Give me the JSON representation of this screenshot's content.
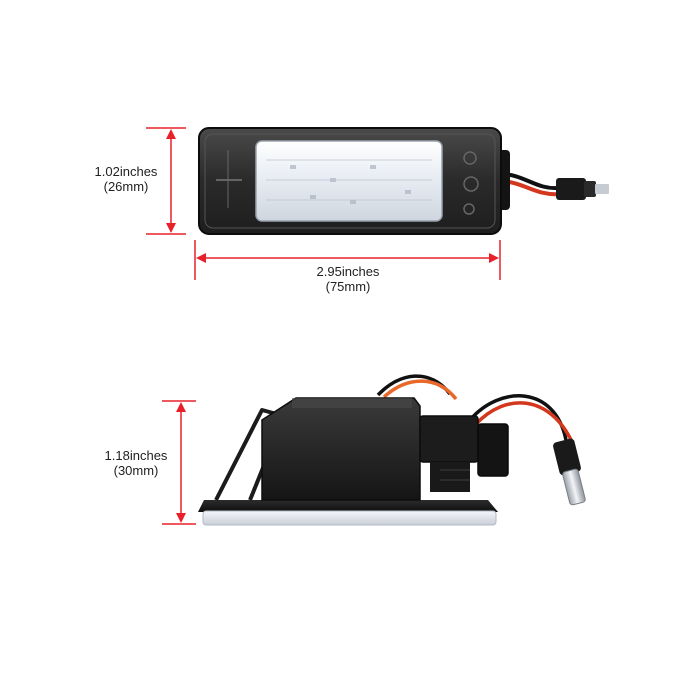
{
  "dimensions": {
    "top_height": {
      "inches": "1.02inches",
      "mm": "(26mm)"
    },
    "width": {
      "inches": "2.95inches",
      "mm": "(75mm)"
    },
    "bottom_height": {
      "inches": "1.18inches",
      "mm": "(30mm)"
    }
  },
  "colors": {
    "dimension_line": "#e8202a",
    "housing": "#1c1c1c",
    "housing_edge": "#3a3a3a",
    "lens": "#eef1f6",
    "wire_red": "#d3371d",
    "wire_black": "#111111",
    "wire_orange": "#e8682a"
  },
  "icons": [
    "dimension-arrow-icon",
    "license-plate-light-top-view",
    "license-plate-light-side-view"
  ]
}
